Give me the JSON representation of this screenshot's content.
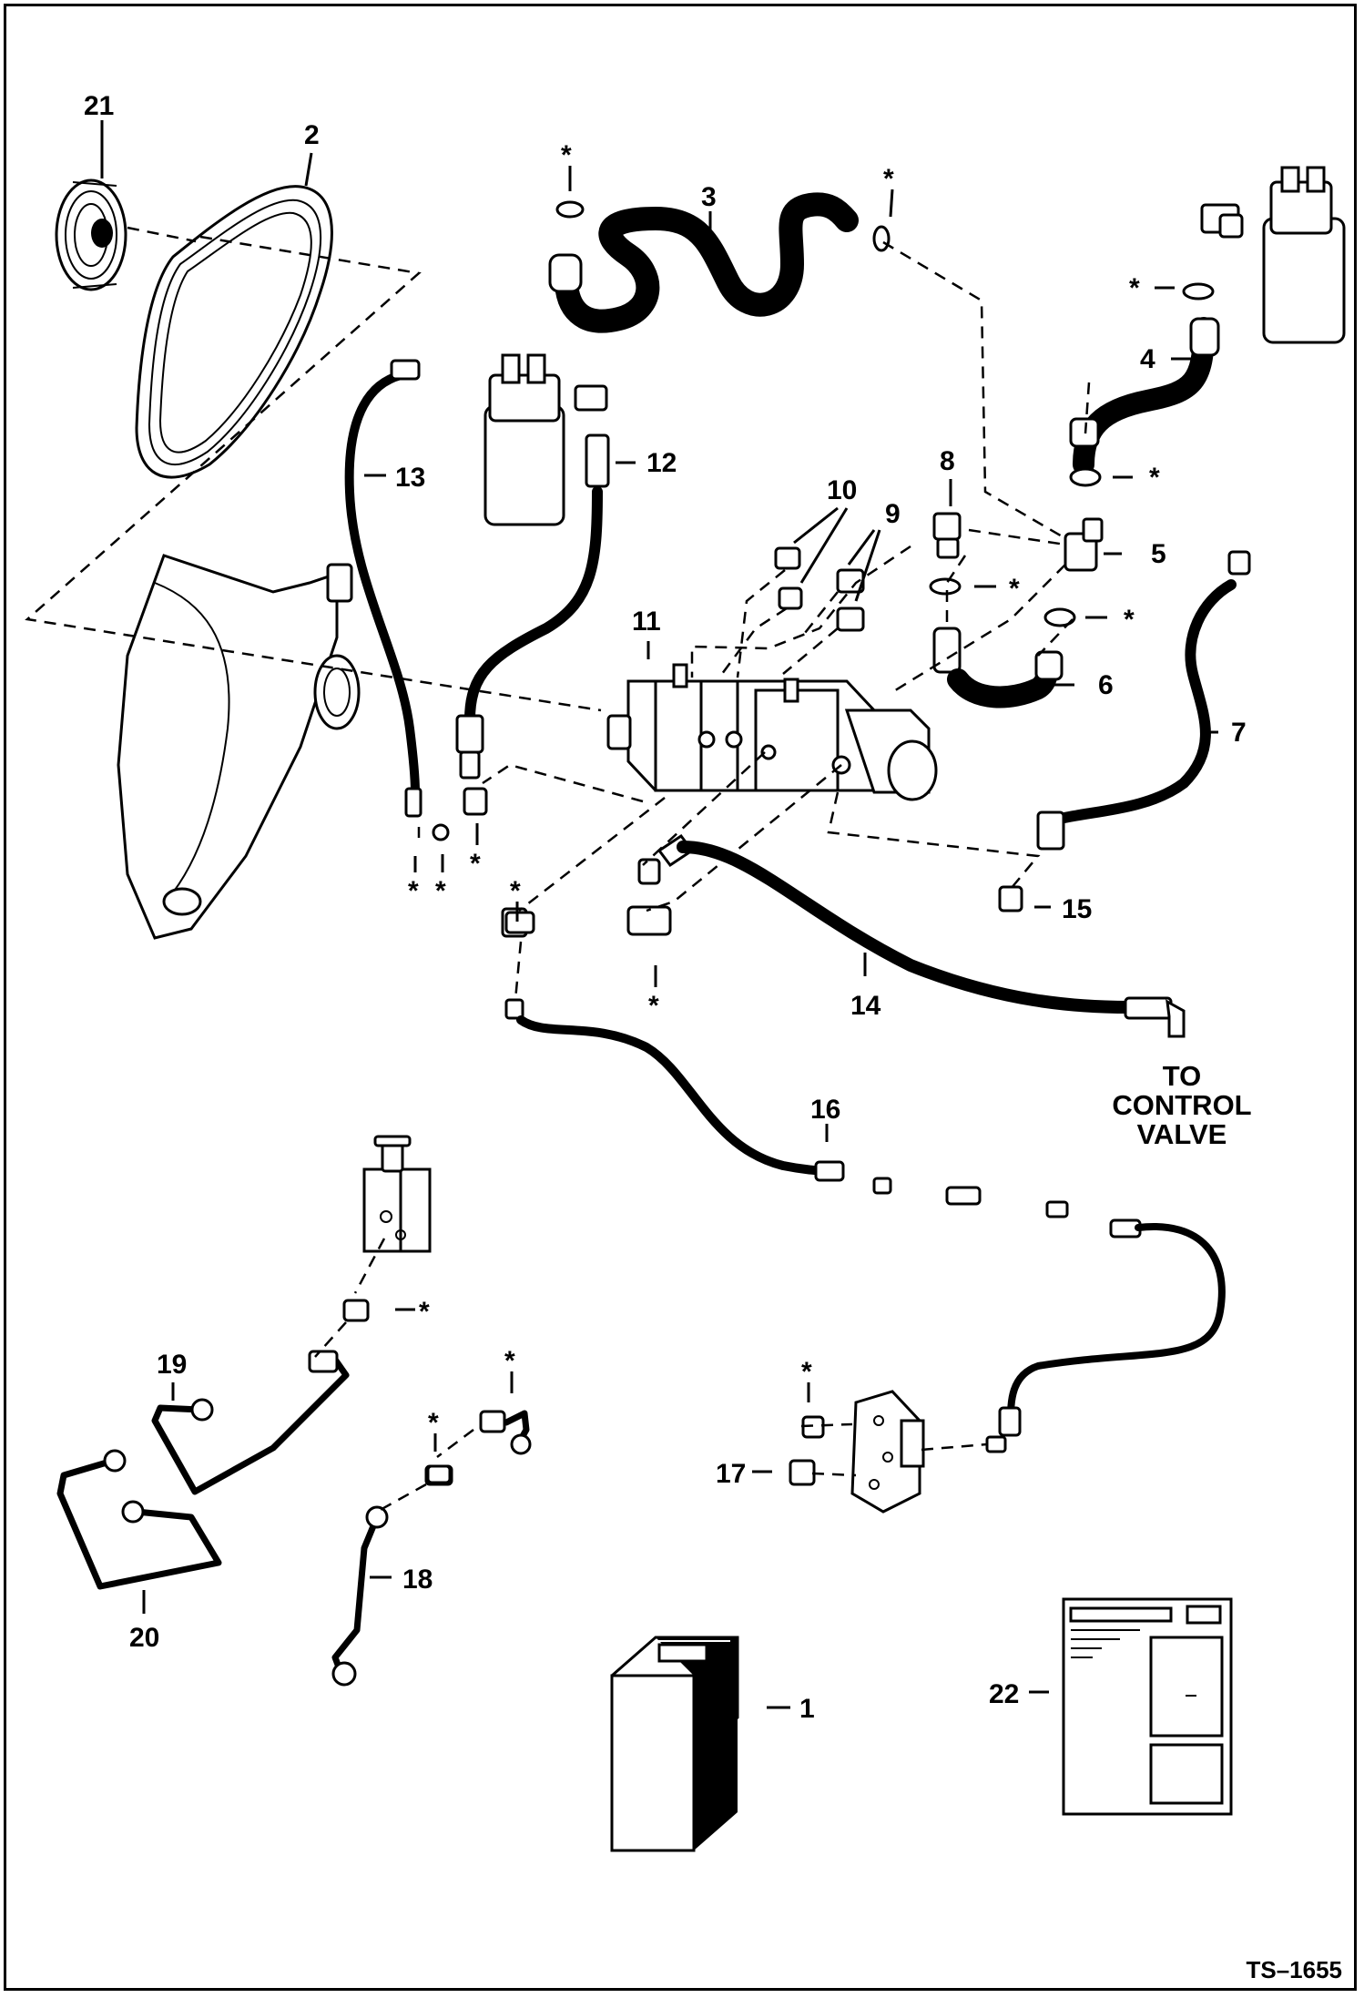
{
  "drawing_id": "TS–1655",
  "star_marker": "*",
  "callouts": {
    "p1": "1",
    "p2": "2",
    "p3": "3",
    "p4": "4",
    "p5": "5",
    "p6": "6",
    "p7": "7",
    "p8": "8",
    "p9": "9",
    "p10": "10",
    "p11": "11",
    "p12": "12",
    "p13": "13",
    "p14": "14",
    "p15": "15",
    "p16": "16",
    "p17": "17",
    "p18": "18",
    "p19": "19",
    "p20": "20",
    "p21": "21",
    "p22": "22"
  },
  "note": {
    "line1": "TO",
    "line2": "CONTROL",
    "line3": "VALVE"
  },
  "colors": {
    "ink": "#000000",
    "paper": "#ffffff"
  }
}
